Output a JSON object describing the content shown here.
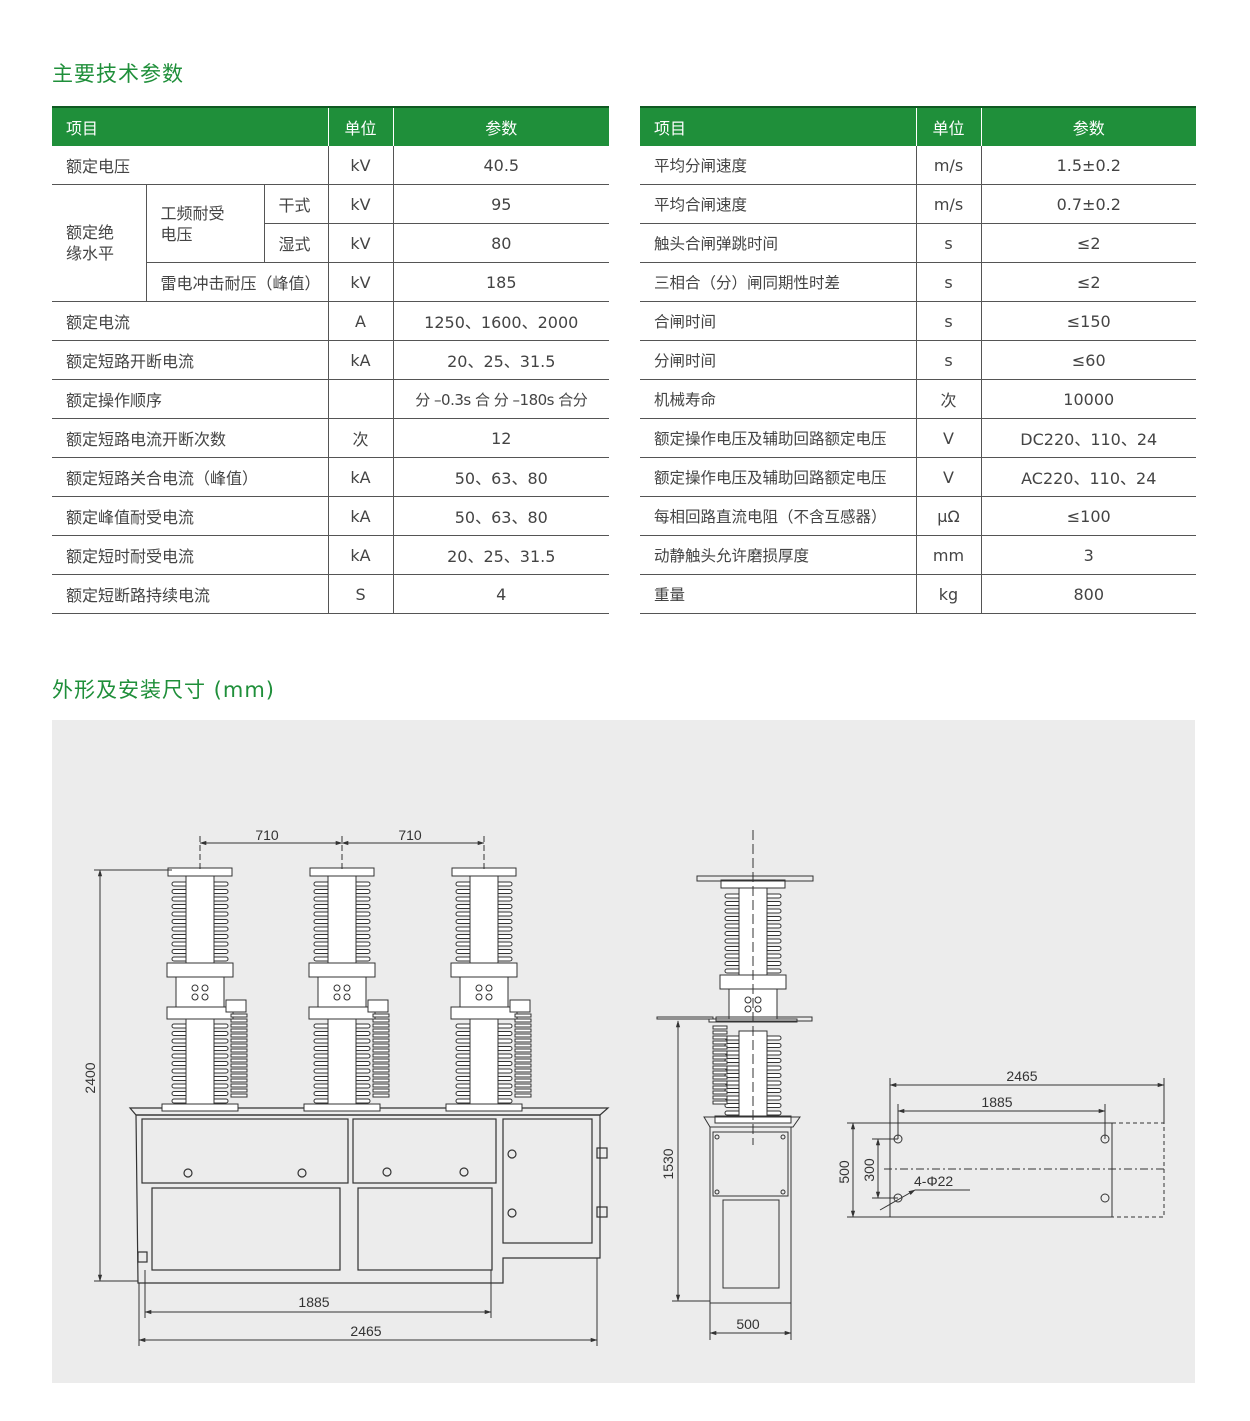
{
  "params_title": "主要技术参数",
  "dims_title": "外形及安装尺寸 (mm)",
  "table_headers": {
    "item": "项目",
    "unit": "单位",
    "value": "参数"
  },
  "left_table": {
    "r1": {
      "item": "额定电压",
      "unit": "kV",
      "value": "40.5"
    },
    "insulation_group": "额定绝缘水平",
    "power_freq_group": "工频耐受电压",
    "dry": {
      "item": "干式",
      "unit": "kV",
      "value": "95"
    },
    "wet": {
      "item": "湿式",
      "unit": "kV",
      "value": "80"
    },
    "lightning": {
      "item": "雷电冲击耐压（峰值）",
      "unit": "kV",
      "value": "185"
    },
    "rows": [
      {
        "item": "额定电流",
        "unit": "A",
        "value": "1250、1600、2000"
      },
      {
        "item": "额定短路开断电流",
        "unit": "kA",
        "value": "20、25、31.5"
      },
      {
        "item": "额定操作顺序",
        "unit": "",
        "value": "分 –0.3s 合 分 –180s 合分"
      },
      {
        "item": "额定短路电流开断次数",
        "unit": "次",
        "value": "12"
      },
      {
        "item": "额定短路关合电流（峰值）",
        "unit": "kA",
        "value": "50、63、80"
      },
      {
        "item": "额定峰值耐受电流",
        "unit": "kA",
        "value": "50、63、80"
      },
      {
        "item": "额定短时耐受电流",
        "unit": "kA",
        "value": "20、25、31.5"
      },
      {
        "item": "额定短断路持续电流",
        "unit": "S",
        "value": "4"
      }
    ]
  },
  "right_table": {
    "rows": [
      {
        "item": "平均分闸速度",
        "unit": "m/s",
        "value": "1.5±0.2"
      },
      {
        "item": "平均合闸速度",
        "unit": "m/s",
        "value": "0.7±0.2"
      },
      {
        "item": "触头合闸弹跳时间",
        "unit": "s",
        "value": "≤2"
      },
      {
        "item": "三相合（分）闸同期性时差",
        "unit": "s",
        "value": "≤2"
      },
      {
        "item": "合闸时间",
        "unit": "s",
        "value": "≤150"
      },
      {
        "item": "分闸时间",
        "unit": "s",
        "value": "≤60"
      },
      {
        "item": "机械寿命",
        "unit": "次",
        "value": "10000"
      },
      {
        "item": "额定操作电压及辅助回路额定电压",
        "unit": "V",
        "value": "DC220、110、24"
      },
      {
        "item": "额定操作电压及辅助回路额定电压",
        "unit": "V",
        "value": "AC220、110、24"
      },
      {
        "item": "每相回路直流电阻（不含互感器）",
        "unit": "μΩ",
        "value": "≤100"
      },
      {
        "item": "动静触头允许磨损厚度",
        "unit": "mm",
        "value": "3"
      },
      {
        "item": "重量",
        "unit": "kg",
        "value": "800"
      }
    ]
  },
  "dimensions": {
    "front": {
      "pitch_1": "710",
      "pitch_2": "710",
      "height": "2400",
      "inner_width": "1885",
      "outer_width": "2465"
    },
    "side": {
      "height": "1530",
      "width": "500"
    },
    "mounting": {
      "outer": "2465",
      "inner": "1885",
      "depth_outer": "500",
      "depth_inner": "300",
      "holes": "4-Φ22"
    }
  }
}
